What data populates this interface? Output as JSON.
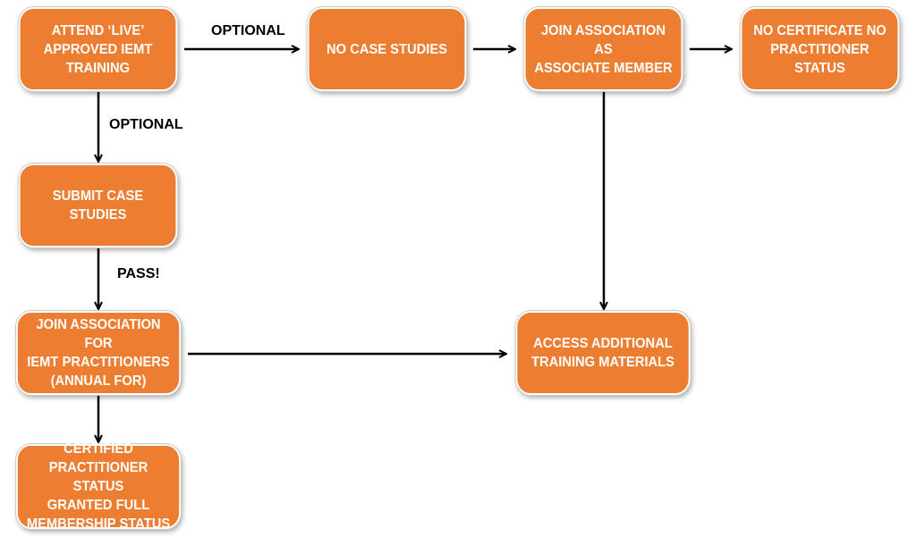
{
  "nodes": {
    "attend": "ATTEND ‘LIVE’\nAPPROVED IEMT\nTRAINING",
    "no_case_studies": "NO CASE STUDIES",
    "join_associate": "JOIN ASSOCIATION AS\nASSOCIATE MEMBER",
    "no_certificate": "NO CERTIFICATE NO\nPRACTITIONER\nSTATUS",
    "submit_case_studies": "SUBMIT CASE\nSTUDIES",
    "join_practitioners": "JOIN ASSOCIATION FOR\nIEMT PRACTITIONERS\n(ANNUAL FOR)",
    "access_materials": "ACCESS ADDITIONAL\nTRAINING MATERIALS",
    "certified": "CERTIFIED\nPRACTITIONER STATUS\nGRANTED FULL\nMEMBERSHIP STATUS"
  },
  "edge_labels": {
    "optional_right": "OPTIONAL",
    "optional_down": "OPTIONAL",
    "pass": "PASS!"
  },
  "colors": {
    "node_fill": "#ed7d31",
    "node_text": "#ffffff",
    "connector": "#000000"
  }
}
